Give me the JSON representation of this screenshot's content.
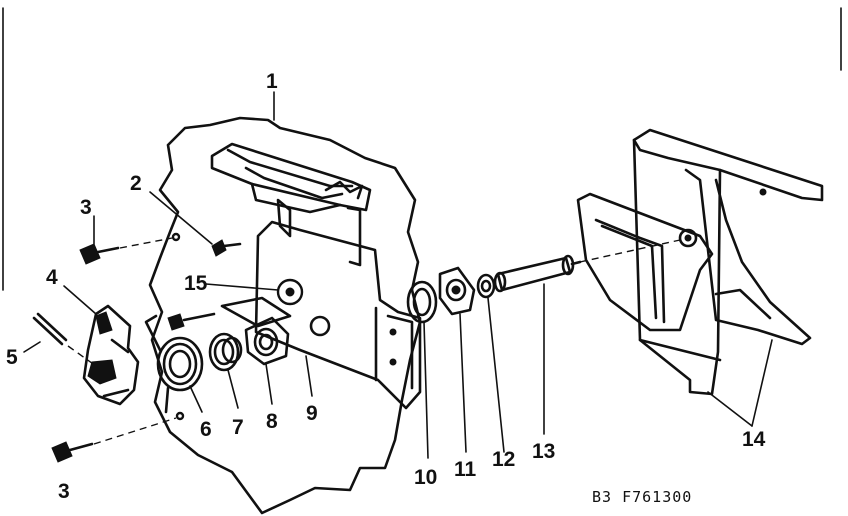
{
  "callouts": {
    "c1": "1",
    "c2": "2",
    "c3a": "3",
    "c3b": "3",
    "c4": "4",
    "c5": "5",
    "c6": "6",
    "c7": "7",
    "c8": "8",
    "c9": "9",
    "c10": "10",
    "c11": "11",
    "c12": "12",
    "c13": "13",
    "c14": "14",
    "c15": "15"
  },
  "drawing_code": "B3 F761300"
}
